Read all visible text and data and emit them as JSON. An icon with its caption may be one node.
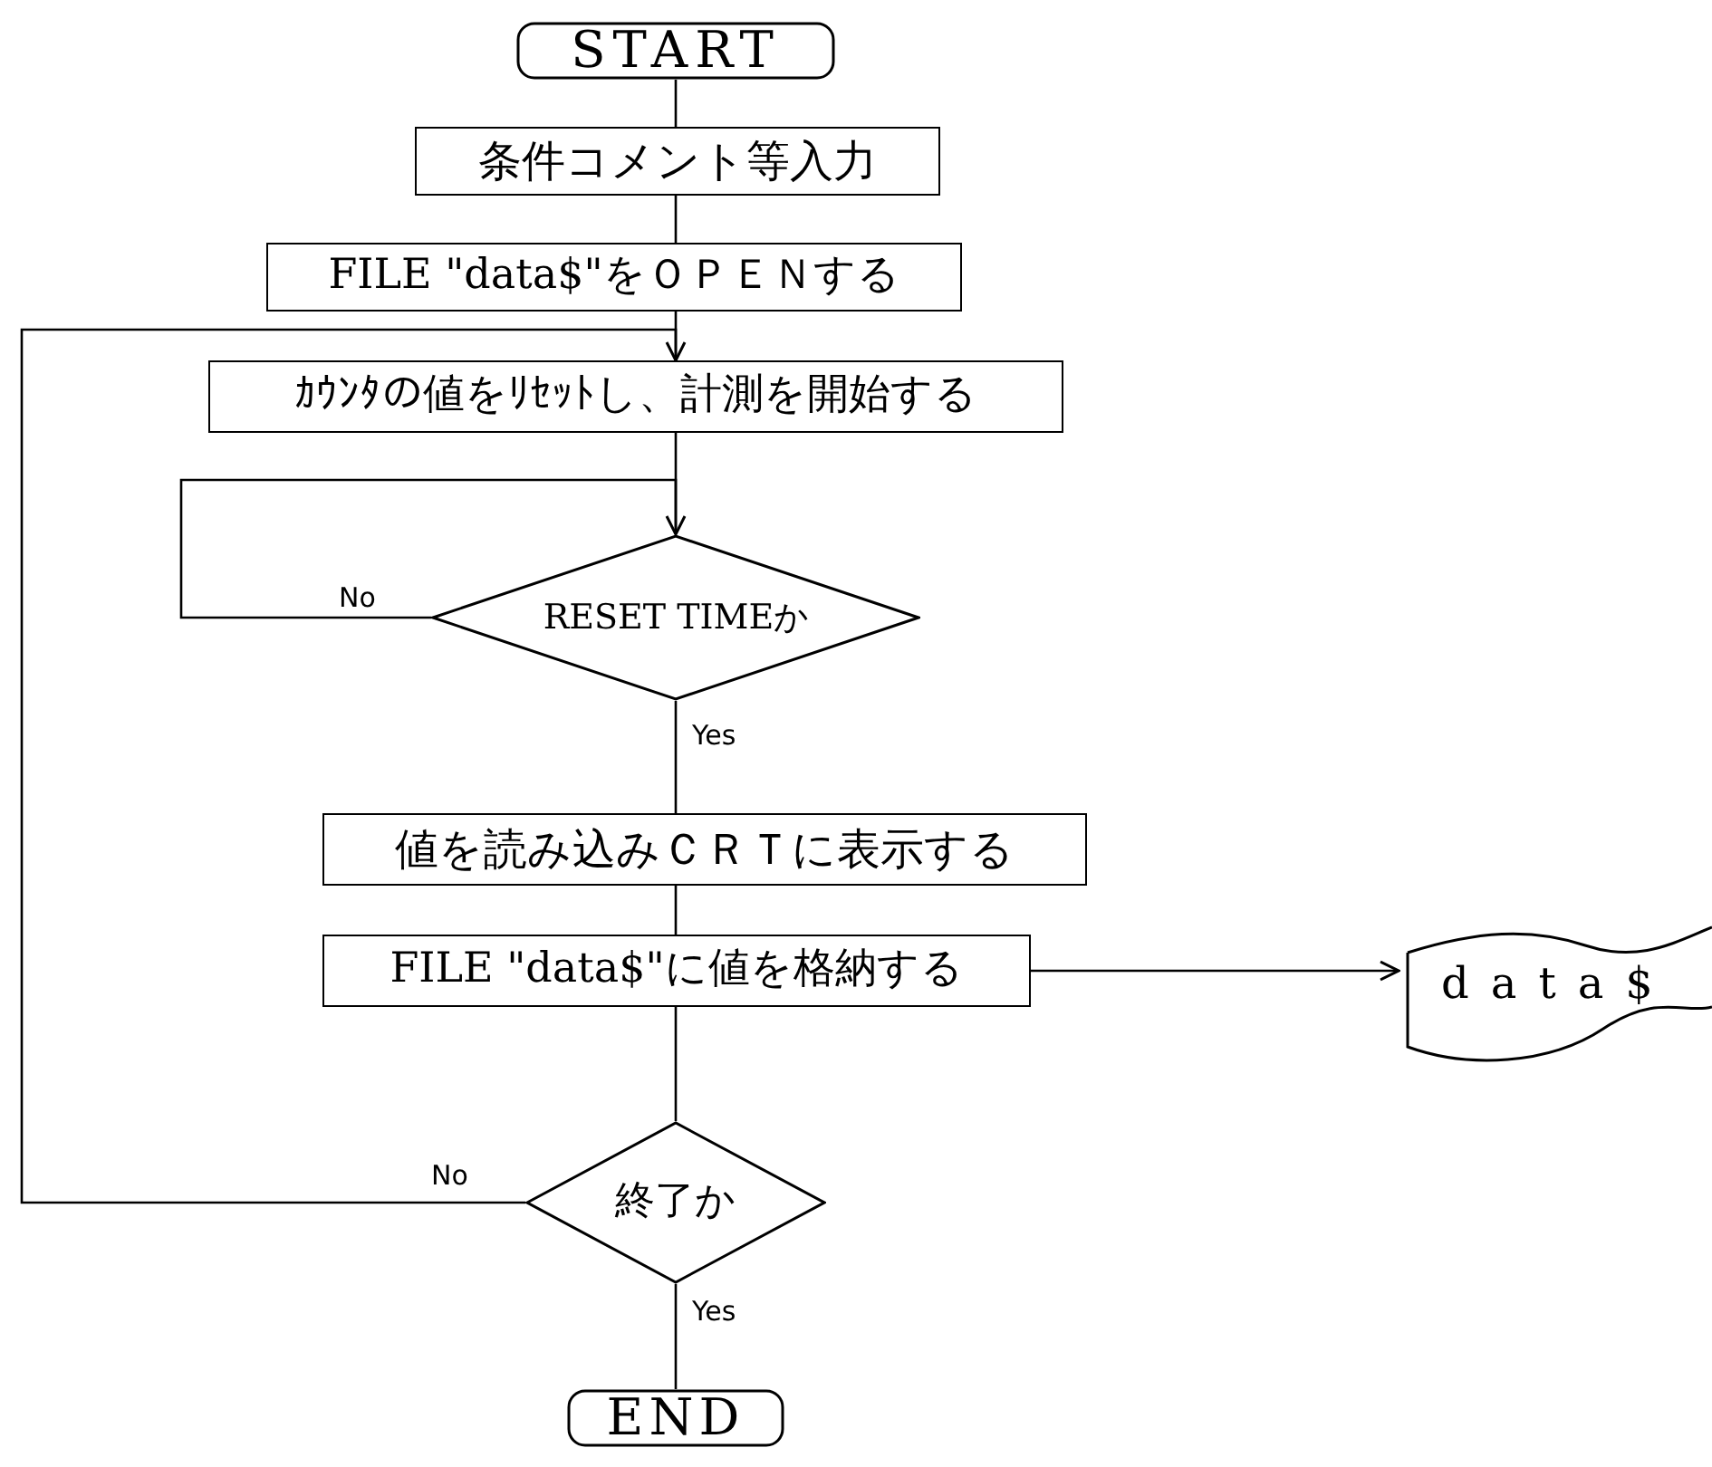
{
  "diagram": {
    "nodes": [
      {
        "text": [
          "START"
        ]
      },
      {
        "text": [
          "条件コメント等入力"
        ]
      },
      {
        "text": [
          "FILE \"data$\"をＯＰＥＮする"
        ]
      },
      {
        "text": [
          "ｶｳﾝﾀの値をﾘｾｯﾄし、計測を開始する"
        ]
      },
      {
        "text": [
          "RESET TIMEか"
        ]
      },
      {
        "text": [
          "値を読み込みＣＲＴに表示する"
        ]
      },
      {
        "text": [
          "FILE \"data$\"に値を格納する"
        ]
      },
      {
        "text": [
          "data$"
        ]
      },
      {
        "text": [
          "終了か"
        ]
      },
      {
        "text": [
          "END"
        ]
      }
    ],
    "edges": [
      {
        "from": 0,
        "to": 1,
        "arrow": "none"
      },
      {
        "from": 1,
        "to": 2,
        "arrow": "none"
      },
      {
        "from": 2,
        "to": 3,
        "arrow": "none"
      },
      {
        "from": 3,
        "to": 4,
        "arrow": "none"
      },
      {
        "from": 4,
        "to": 4,
        "arrow": "to",
        "label": "No"
      },
      {
        "from": 4,
        "to": 5,
        "arrow": "none",
        "label": "Yes"
      },
      {
        "from": 5,
        "to": 6,
        "arrow": "none"
      },
      {
        "from": 6,
        "to": 7,
        "arrow": "to"
      },
      {
        "from": 6,
        "to": 8,
        "arrow": "none"
      },
      {
        "from": 8,
        "to": 3,
        "arrow": "to",
        "label": "No"
      },
      {
        "from": 8,
        "to": 9,
        "arrow": "none",
        "label": "Yes"
      }
    ]
  }
}
